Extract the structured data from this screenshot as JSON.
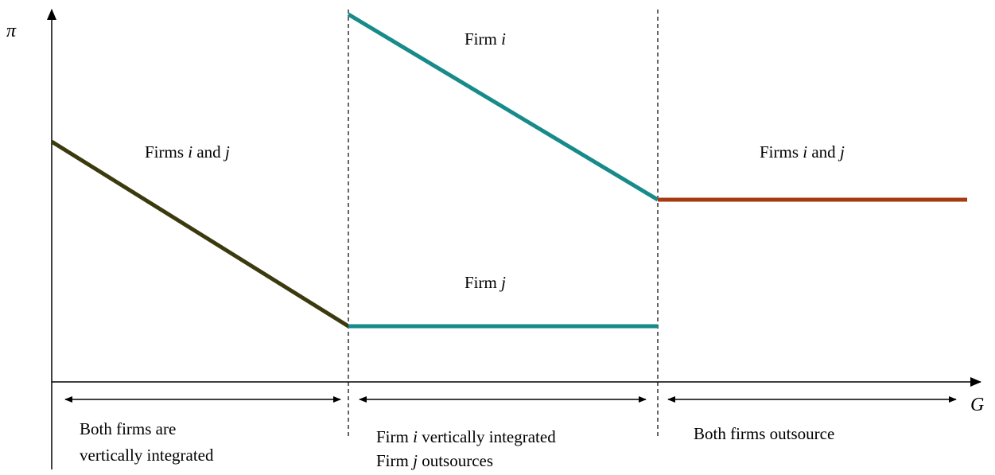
{
  "axes": {
    "y_label": "π",
    "x_label": "G"
  },
  "segments": [
    {
      "name": "both-integrated-line",
      "color": "#3b3a0f"
    },
    {
      "name": "firm-i-line",
      "color": "#178a8a"
    },
    {
      "name": "firm-j-line",
      "color": "#178a8a"
    },
    {
      "name": "both-outsource-line",
      "color": "#a63a10"
    }
  ],
  "curve_labels": {
    "left_region": {
      "pre": "Firms ",
      "i": "i",
      "mid": " and ",
      "j": "j"
    },
    "firm_i": {
      "pre": "Firm ",
      "var": "i"
    },
    "firm_j": {
      "pre": "Firm ",
      "var": "j"
    },
    "right_region": {
      "pre": "Firms ",
      "i": "i",
      "mid": " and ",
      "j": "j"
    }
  },
  "regions": {
    "left": {
      "line1": "Both firms are",
      "line2": "vertically integrated"
    },
    "middle": {
      "line1": {
        "pre": "Firm ",
        "var": "i",
        "post": " vertically integrated"
      },
      "line2": {
        "pre": "Firm ",
        "var": "j",
        "post": " outsources"
      }
    },
    "right": {
      "line1": "Both firms outsource"
    }
  }
}
